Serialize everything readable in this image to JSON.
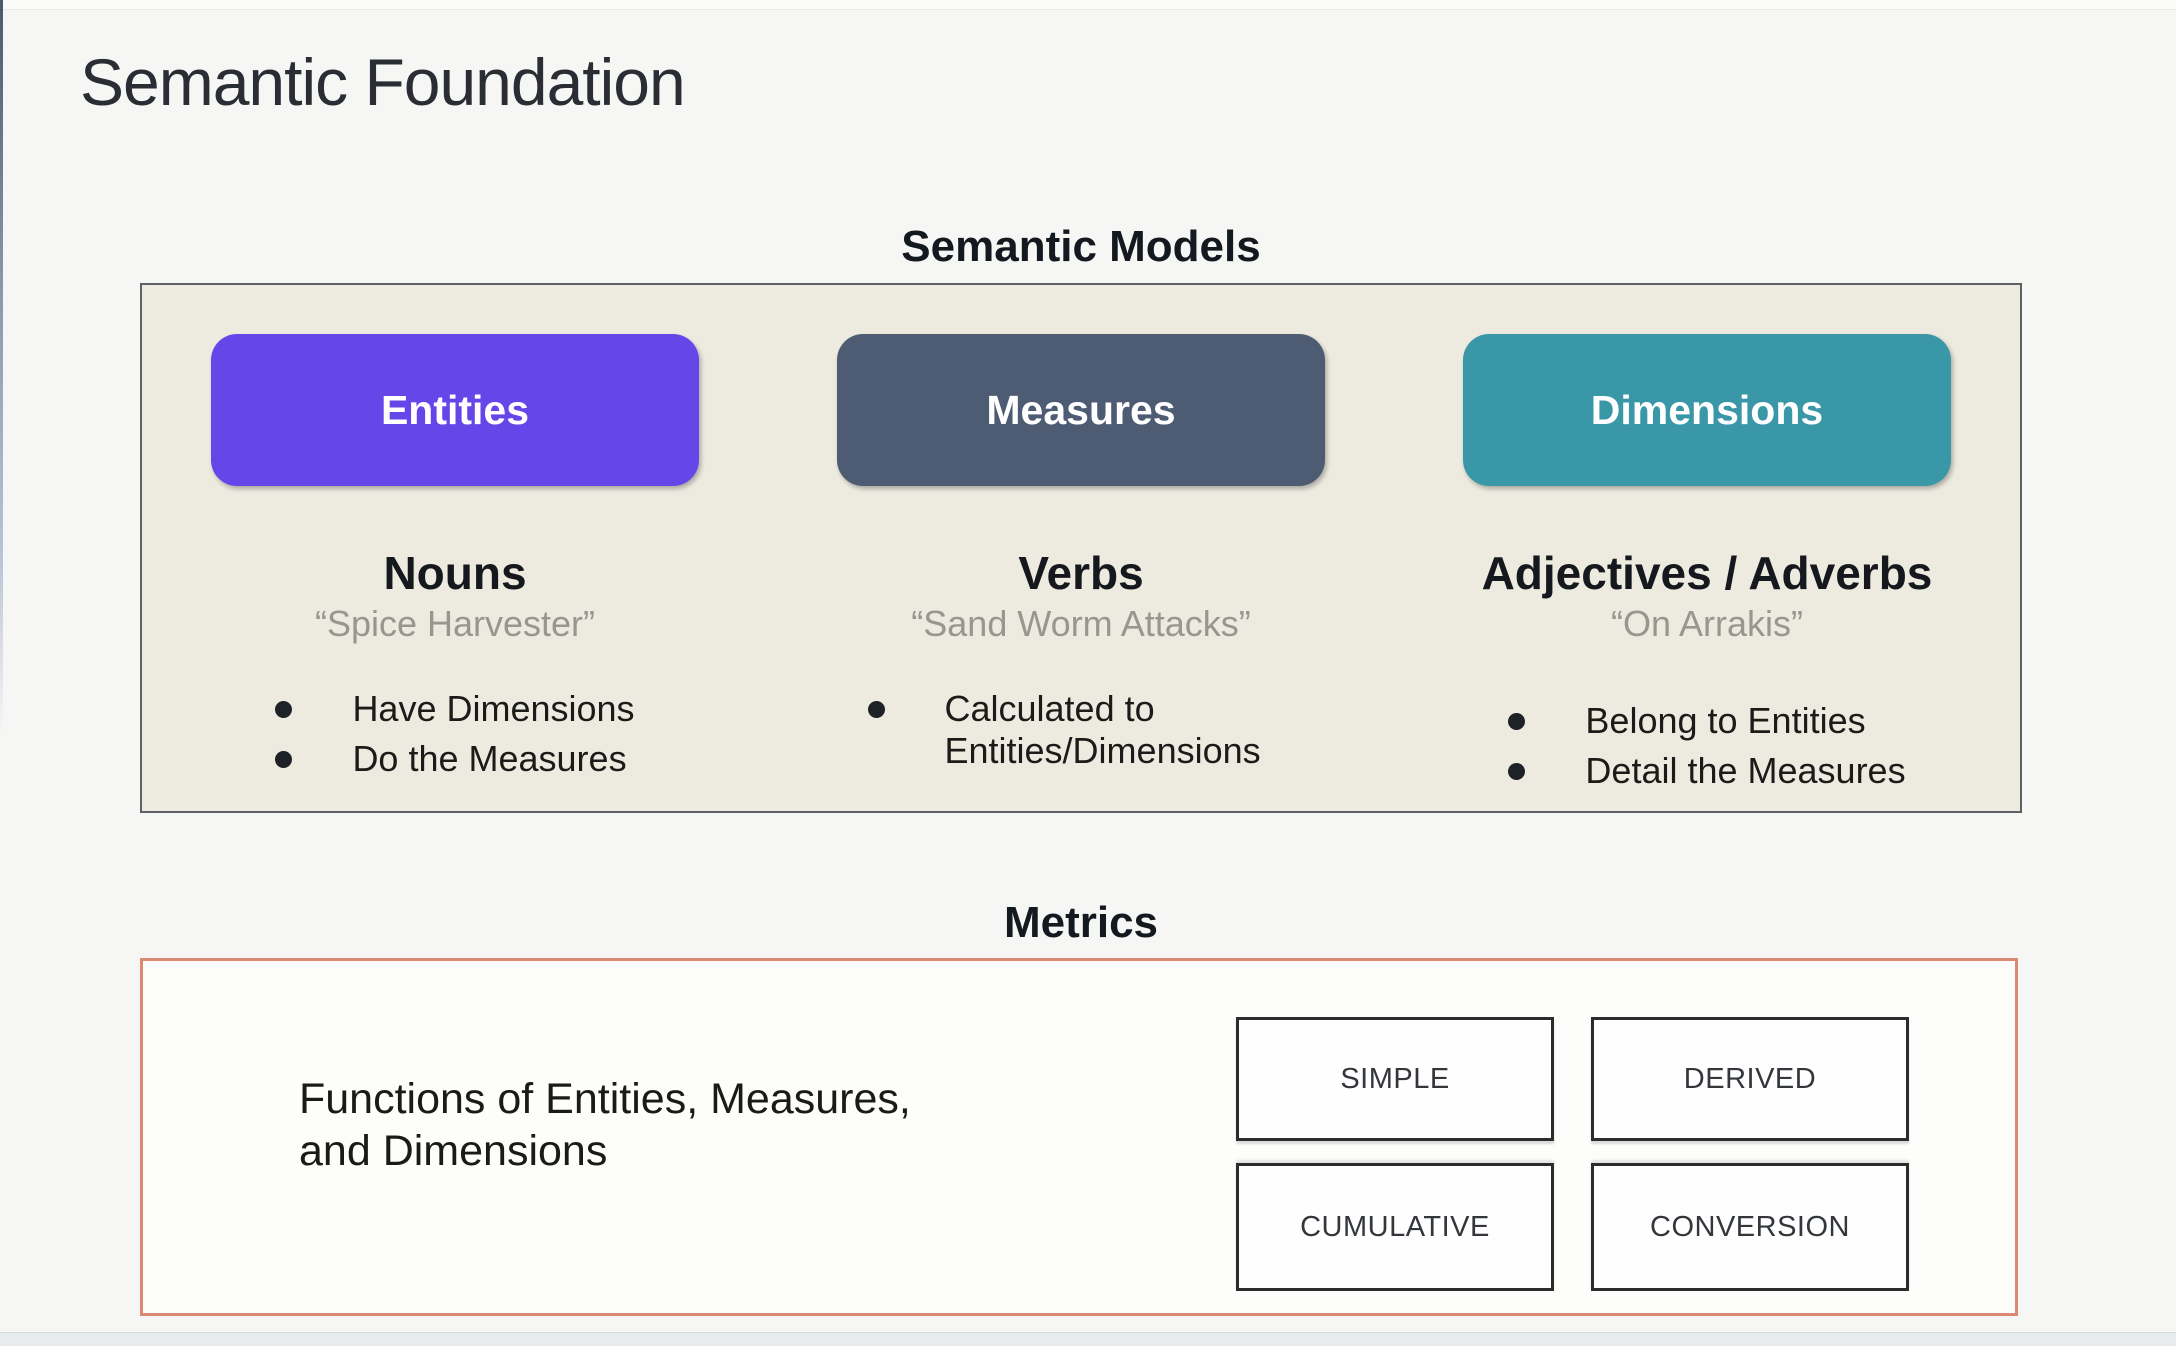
{
  "page": {
    "title": "Semantic Foundation"
  },
  "semantic_models": {
    "heading": "Semantic Models",
    "panel_background": "#edebe0",
    "columns": [
      {
        "button": "Entities",
        "button_color": "#6546e9",
        "role": "Nouns",
        "example": "“Spice Harvester”",
        "bullets": [
          "Have Dimensions",
          "Do the Measures"
        ]
      },
      {
        "button": "Measures",
        "button_color": "#4d5c73",
        "role": "Verbs",
        "example": "“Sand Worm Attacks”",
        "bullets": [
          "Calculated to Entities/Dimensions"
        ]
      },
      {
        "button": "Dimensions",
        "button_color": "#3a97a8",
        "role": "Adjectives / Adverbs",
        "example": "“On Arrakis”",
        "bullets": [
          "Belong to Entities",
          "Detail the Measures"
        ]
      }
    ]
  },
  "metrics": {
    "heading": "Metrics",
    "border_color": "#dc8973",
    "description": "Functions of Entities, Measures,\nand Dimensions",
    "types": [
      "SIMPLE",
      "DERIVED",
      "CUMULATIVE",
      "CONVERSION"
    ]
  }
}
